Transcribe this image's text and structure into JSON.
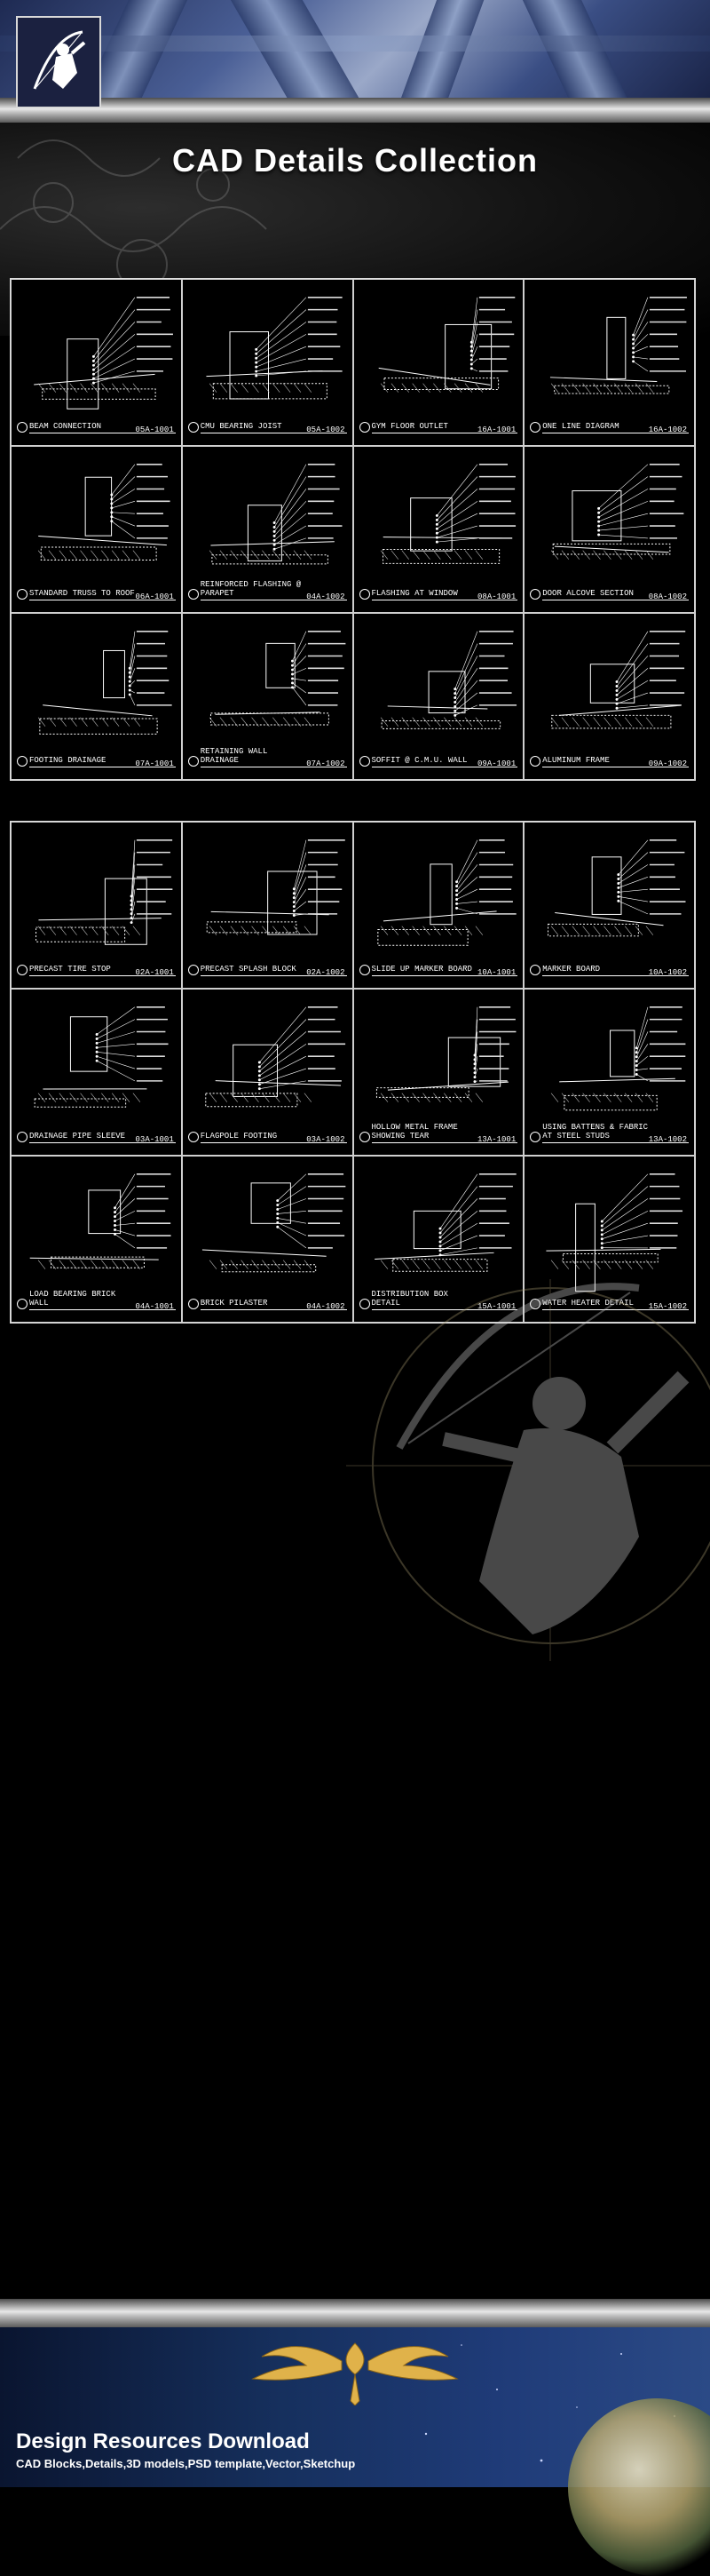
{
  "header": {
    "title": "CAD Details Collection"
  },
  "sheets": [
    {
      "cells": [
        {
          "label": "BEAM CONNECTION",
          "code": "05A-1001"
        },
        {
          "label": "CMU BEARING JOIST",
          "code": "05A-1002"
        },
        {
          "label": "GYM FLOOR OUTLET",
          "code": "16A-1001"
        },
        {
          "label": "ONE LINE DIAGRAM",
          "code": "16A-1002"
        },
        {
          "label": "STANDARD TRUSS TO ROOF",
          "code": "06A-1001"
        },
        {
          "label": "REINFORCED FLASHING @ PARAPET",
          "code": "04A-1002"
        },
        {
          "label": "FLASHING AT WINDOW",
          "code": "08A-1001"
        },
        {
          "label": "DOOR ALCOVE SECTION",
          "code": "08A-1002"
        },
        {
          "label": "FOOTING DRAINAGE",
          "code": "07A-1001"
        },
        {
          "label": "RETAINING WALL DRAINAGE",
          "code": "07A-1002"
        },
        {
          "label": "SOFFIT @ C.M.U. WALL",
          "code": "09A-1001"
        },
        {
          "label": "ALUMINUM FRAME",
          "code": "09A-1002"
        }
      ]
    },
    {
      "cells": [
        {
          "label": "PRECAST TIRE STOP",
          "code": "02A-1001"
        },
        {
          "label": "PRECAST SPLASH BLOCK",
          "code": "02A-1002"
        },
        {
          "label": "SLIDE UP MARKER BOARD",
          "code": "10A-1001"
        },
        {
          "label": "MARKER BOARD",
          "code": "10A-1002"
        },
        {
          "label": "DRAINAGE PIPE SLEEVE",
          "code": "03A-1001"
        },
        {
          "label": "FLAGPOLE FOOTING",
          "code": "03A-1002"
        },
        {
          "label": "HOLLOW METAL FRAME SHOWING TEAR",
          "code": "13A-1001"
        },
        {
          "label": "USING BATTENS & FABRIC AT STEEL STUDS",
          "code": "13A-1002"
        },
        {
          "label": "LOAD BEARING BRICK WALL",
          "code": "04A-1001"
        },
        {
          "label": "BRICK PILASTER",
          "code": "04A-1002"
        },
        {
          "label": "DISTRIBUTION BOX DETAIL",
          "code": "15A-1001"
        },
        {
          "label": "WATER HEATER DETAIL",
          "code": "15A-1002"
        }
      ]
    }
  ],
  "footer": {
    "title": "Design Resources Download",
    "subtitle": "CAD Blocks,Details,3D models,PSD template,Vector,Sketchup"
  }
}
